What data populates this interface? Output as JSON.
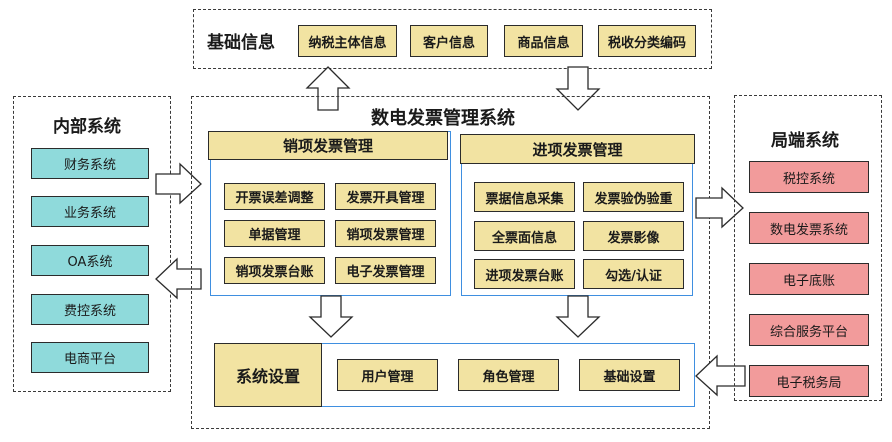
{
  "basic_info": {
    "title": "基础信息",
    "items": [
      "纳税主体信息",
      "客户信息",
      "商品信息",
      "税收分类编码"
    ]
  },
  "internal": {
    "title": "内部系统",
    "items": [
      "财务系统",
      "业务系统",
      "OA系统",
      "费控系统",
      "电商平台"
    ]
  },
  "main": {
    "title": "数电发票管理系统",
    "sales": {
      "title": "销项发票管理",
      "items": [
        "开票误差调整",
        "发票开具管理",
        "单据管理",
        "销项发票管理",
        "销项发票台账",
        "电子发票管理"
      ]
    },
    "input": {
      "title": "进项发票管理",
      "items": [
        "票据信息采集",
        "发票验伪验重",
        "全票面信息",
        "发票影像",
        "进项发票台账",
        "勾选/认证"
      ]
    },
    "settings": {
      "title": "系统设置",
      "items": [
        "用户管理",
        "角色管理",
        "基础设置"
      ]
    }
  },
  "bureau": {
    "title": "局端系统",
    "items": [
      "税控系统",
      "数电发票系统",
      "电子底账",
      "综合服务平台",
      "电子税务局"
    ]
  },
  "colors": {
    "yellow": "#f2e3a2",
    "cyan": "#8fdadb",
    "pink": "#f29b9b",
    "blue_border": "#3f8fe0"
  }
}
